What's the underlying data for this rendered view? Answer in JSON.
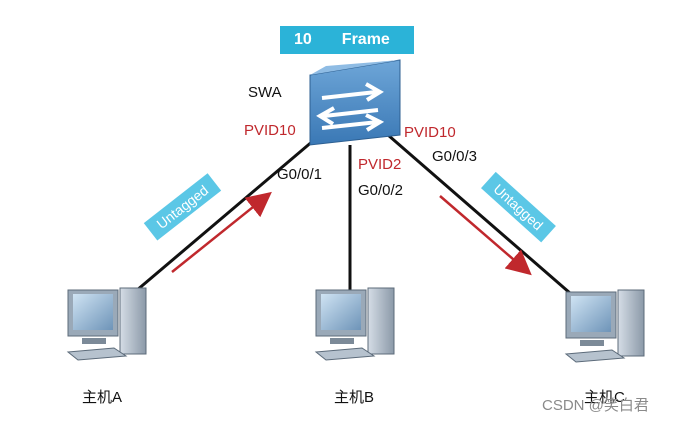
{
  "frame": {
    "vlan": "10",
    "label": "Frame"
  },
  "switch": {
    "name": "SWA"
  },
  "ports": {
    "left": {
      "pvid": "PVID10",
      "name": "G0/0/1"
    },
    "middle": {
      "pvid": "PVID2",
      "name": "G0/0/2"
    },
    "right": {
      "pvid": "PVID10",
      "name": "G0/0/3"
    }
  },
  "links": {
    "left_tag": "Untagged",
    "right_tag": "Untagged"
  },
  "hosts": {
    "a": "主机A",
    "b": "主机B",
    "c": "主机C"
  },
  "watermark": "CSDN @笑白君",
  "colors": {
    "frame_bg": "#2bb3d8",
    "tag_bg": "#5bc7e6",
    "arrow": "#c0282d",
    "switch": "#3a78b5",
    "pvid_text": "#c0282d"
  }
}
